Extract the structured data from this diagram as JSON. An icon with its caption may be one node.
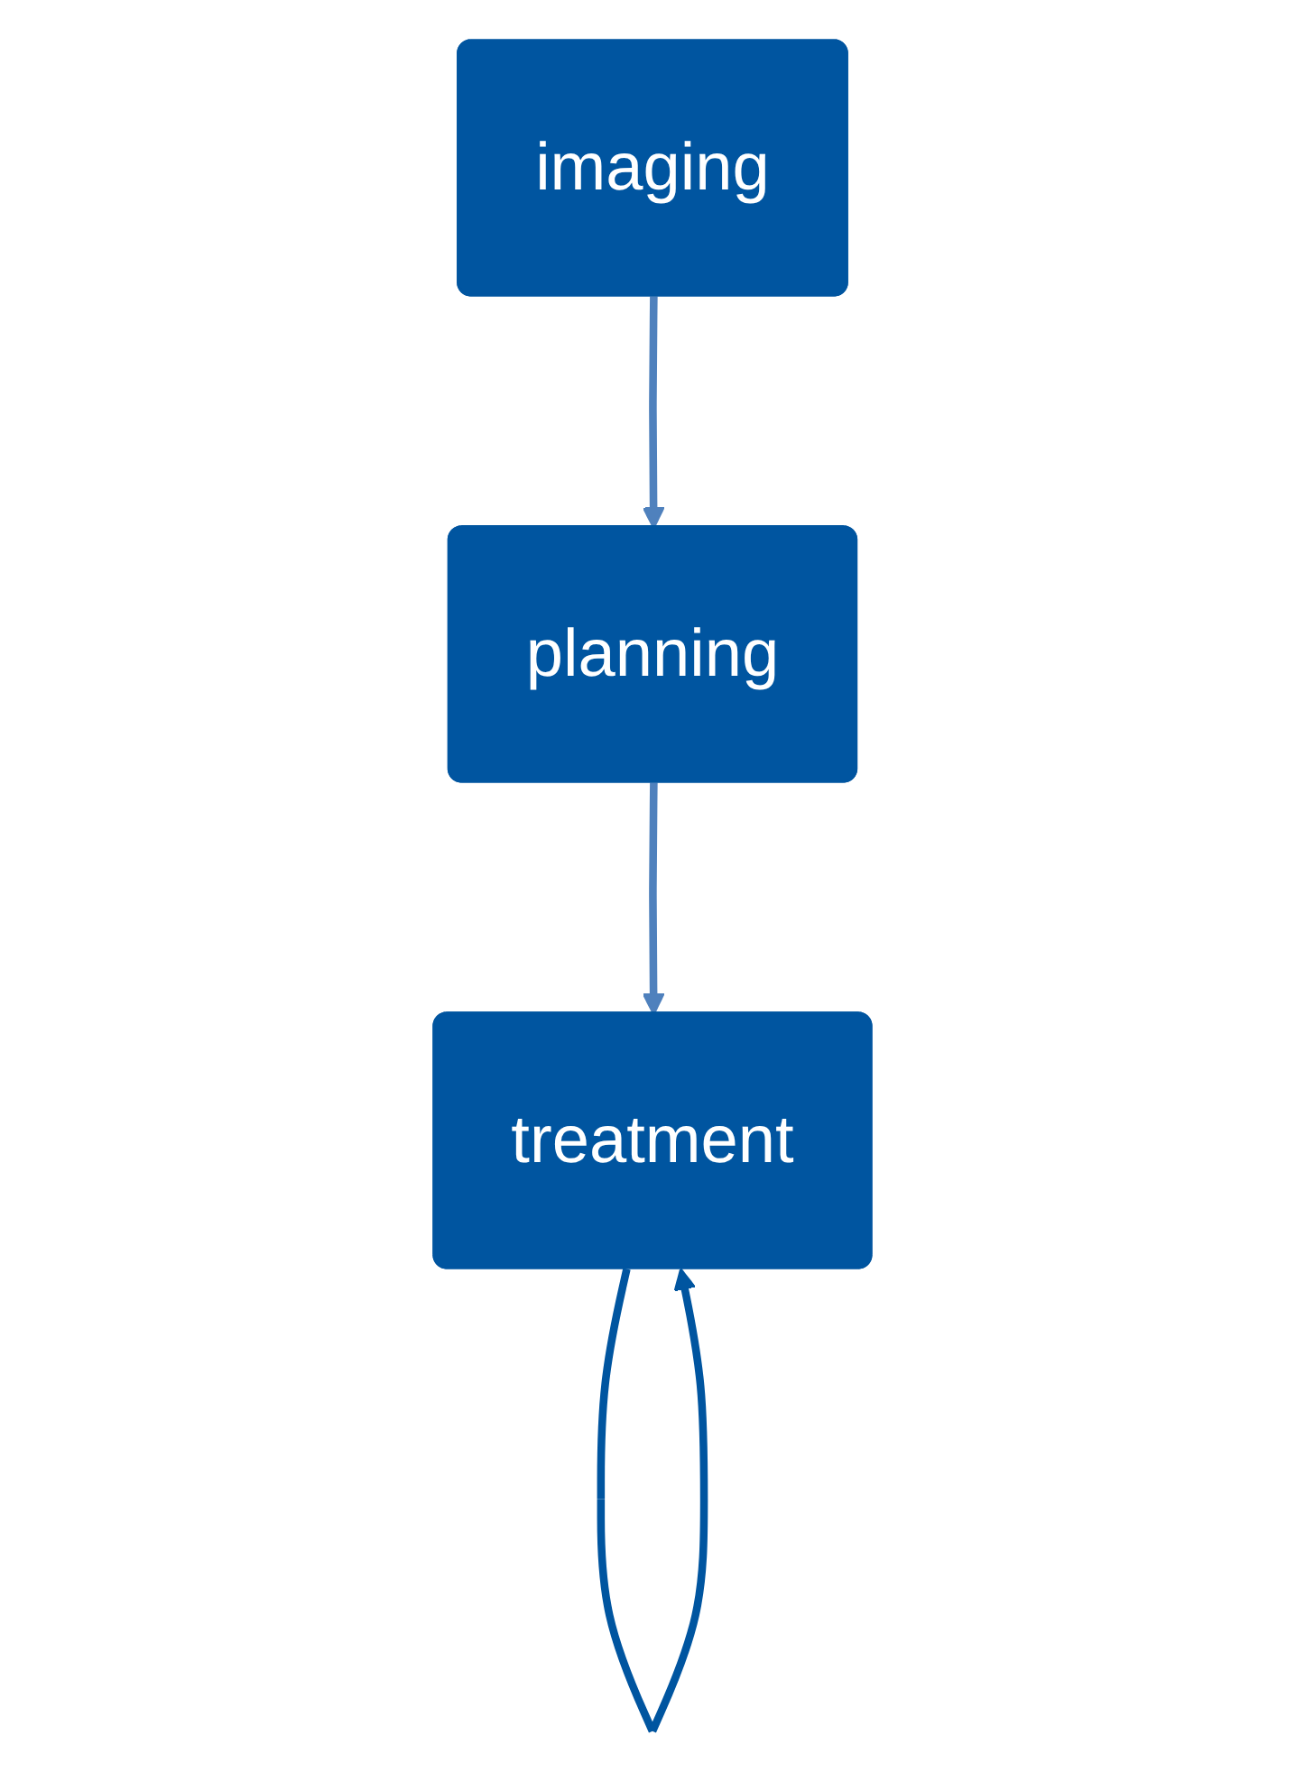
{
  "diagram": {
    "nodes": [
      {
        "text": [
          "imaging"
        ]
      },
      {
        "text": [
          "planning"
        ]
      },
      {
        "text": [
          "treatment"
        ]
      }
    ],
    "edges": [
      {
        "from": 0,
        "to": 1,
        "arrow": "to"
      },
      {
        "from": 1,
        "to": 2,
        "arrow": "to"
      },
      {
        "from": 2,
        "to": 2,
        "arrow": "to",
        "color": "#0055a0"
      }
    ]
  }
}
